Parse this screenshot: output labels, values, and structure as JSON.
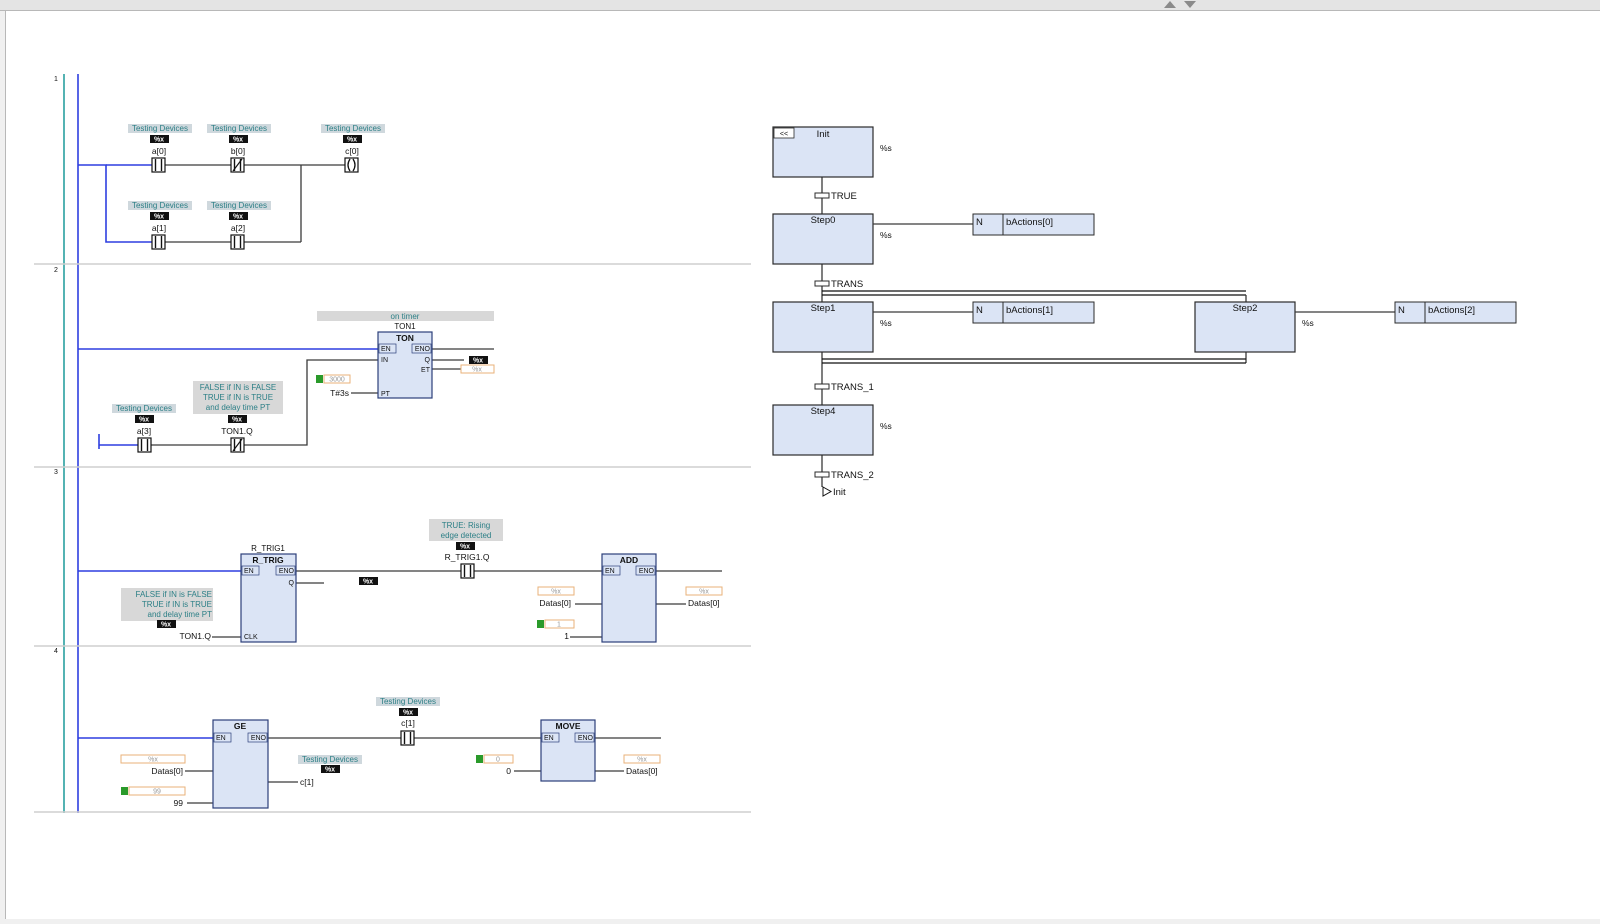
{
  "ladder": {
    "rung_numbers": [
      "1",
      "2",
      "3",
      "4"
    ],
    "tag_comment": "Testing Devices",
    "var_badge": "%x",
    "rung1": {
      "c1": "a[0]",
      "c2": "b[0]",
      "coil": "c[0]",
      "c3": "a[1]",
      "c4": "a[2]"
    },
    "rung2": {
      "comment": "on timer",
      "instance": "TON1",
      "fb_type": "TON",
      "pins": {
        "en": "EN",
        "in": "IN",
        "pt": "PT",
        "eno": "ENO",
        "q": "Q",
        "et": "ET"
      },
      "pt_value": "T#3s",
      "pt_online": "3000",
      "out_badge": "%x",
      "out_online": "%x",
      "contact1_comment": "Testing Devices",
      "contact1": "a[3]",
      "contact2_comment": [
        "FALSE if IN is FALSE",
        "TRUE if IN is TRUE",
        "and delay time PT"
      ],
      "contact2": "TON1.Q"
    },
    "rung3": {
      "instance": "R_TRIG1",
      "fb_type": "R_TRIG",
      "pins": {
        "en": "EN",
        "eno": "ENO",
        "q": "Q",
        "clk": "CLK"
      },
      "clk_comment": [
        "FALSE if IN is FALSE",
        "TRUE if IN is TRUE",
        "and delay time PT"
      ],
      "clk_var": "TON1.Q",
      "q_badge": "%x",
      "contact_comment": [
        "TRUE: Rising",
        "edge detected"
      ],
      "contact": "R_TRIG1.Q",
      "add_type": "ADD",
      "add_pins": {
        "en": "EN",
        "eno": "ENO"
      },
      "add_in1": "Datas[0]",
      "add_in1_online": "%x",
      "add_in2": "1",
      "add_in2_online": "1",
      "add_out": "Datas[0]",
      "add_out_online": "%x"
    },
    "rung4": {
      "ge_type": "GE",
      "ge_pins": {
        "en": "EN",
        "eno": "ENO"
      },
      "ge_in1": "Datas[0]",
      "ge_in1_online": "%x",
      "ge_in2": "99",
      "ge_in2_online": "99",
      "ge_out_comment": "Testing Devices",
      "ge_out": "c[1]",
      "contact_comment": "Testing Devices",
      "contact": "c[1]",
      "move_type": "MOVE",
      "move_pins": {
        "en": "EN",
        "eno": "ENO"
      },
      "move_in": "0",
      "move_in_online": "0",
      "move_out": "Datas[0]",
      "move_out_online": "%x"
    }
  },
  "sfc": {
    "init_step": "Init",
    "init_marker": "<<",
    "step_flag": "%s",
    "t1": "TRUE",
    "step0": "Step0",
    "action_qualifier": "N",
    "action0": "bActions[0]",
    "t2": "TRANS",
    "step1": "Step1",
    "action1": "bActions[1]",
    "step2": "Step2",
    "action2": "bActions[2]",
    "t3": "TRANS_1",
    "step4": "Step4",
    "t4": "TRANS_2",
    "jump": "Init"
  },
  "colors": {
    "power_rail": "#2e3fe0",
    "rail_left": "#2aa0a0",
    "block_fill": "#dbe4f5",
    "online_green": "#2a9a2a"
  }
}
